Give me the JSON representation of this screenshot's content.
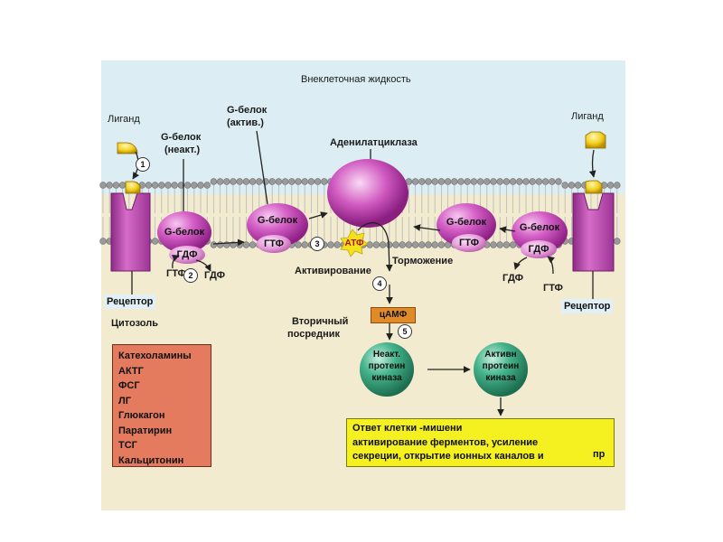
{
  "labels": {
    "extracellular": "Внеклеточная жидкость",
    "cytosol": "Цитозоль",
    "ligand_left": "Лиганд",
    "ligand_right": "Лиганд",
    "g_inactive_line1": "G-белок",
    "g_inactive_line2": "(неакт.)",
    "g_active_line1": "G-белок",
    "g_active_line2": "(актив.)",
    "adenylate_cyclase": "Аденилатциклаза",
    "receptor_left": "Рецептор",
    "receptor_right": "Рецептор",
    "activation": "Активирование",
    "inhibition": "Торможение",
    "second_messenger_line1": "Вторичный",
    "second_messenger_line2": "посредник"
  },
  "proteins": {
    "g_protein": "G-белок",
    "gdp": "ГДФ",
    "gtp": "ГТФ",
    "atp": "АТФ",
    "camp": "цАМФ"
  },
  "side_labels": {
    "gtp_left": "ГТФ",
    "gdp_left": "ГДФ",
    "gdp_right": "ГДФ",
    "gtp_right": "ГТФ"
  },
  "steps": [
    "1",
    "2",
    "3",
    "4",
    "5"
  ],
  "kinase_inactive": [
    "Неакт.",
    "протеин",
    "киназа"
  ],
  "kinase_active": [
    "Активн",
    "протеин",
    "киназа"
  ],
  "hormones": [
    "Катехоламины",
    "АКТГ",
    "ФСГ",
    "ЛГ",
    "Глюкагон",
    "Паратирин",
    "ТСГ",
    "Кальцитонин"
  ],
  "response": {
    "lines": [
      "Ответ клетки -мишени",
      "активирование ферментов, усиление",
      "секреции, открытие ионных каналов и"
    ],
    "tail": "пр"
  },
  "colors": {
    "extracellular_bg": "#dcedf3",
    "cytosol_bg": "#f2ebcf",
    "protein_magenta": "#c33fb4",
    "ligand_yellow": "#f4cf1d",
    "kinase_teal": "#2f9a74",
    "camp_orange": "#e08a28",
    "hormone_box": "#e47a5e",
    "response_box": "#f5f01f"
  }
}
